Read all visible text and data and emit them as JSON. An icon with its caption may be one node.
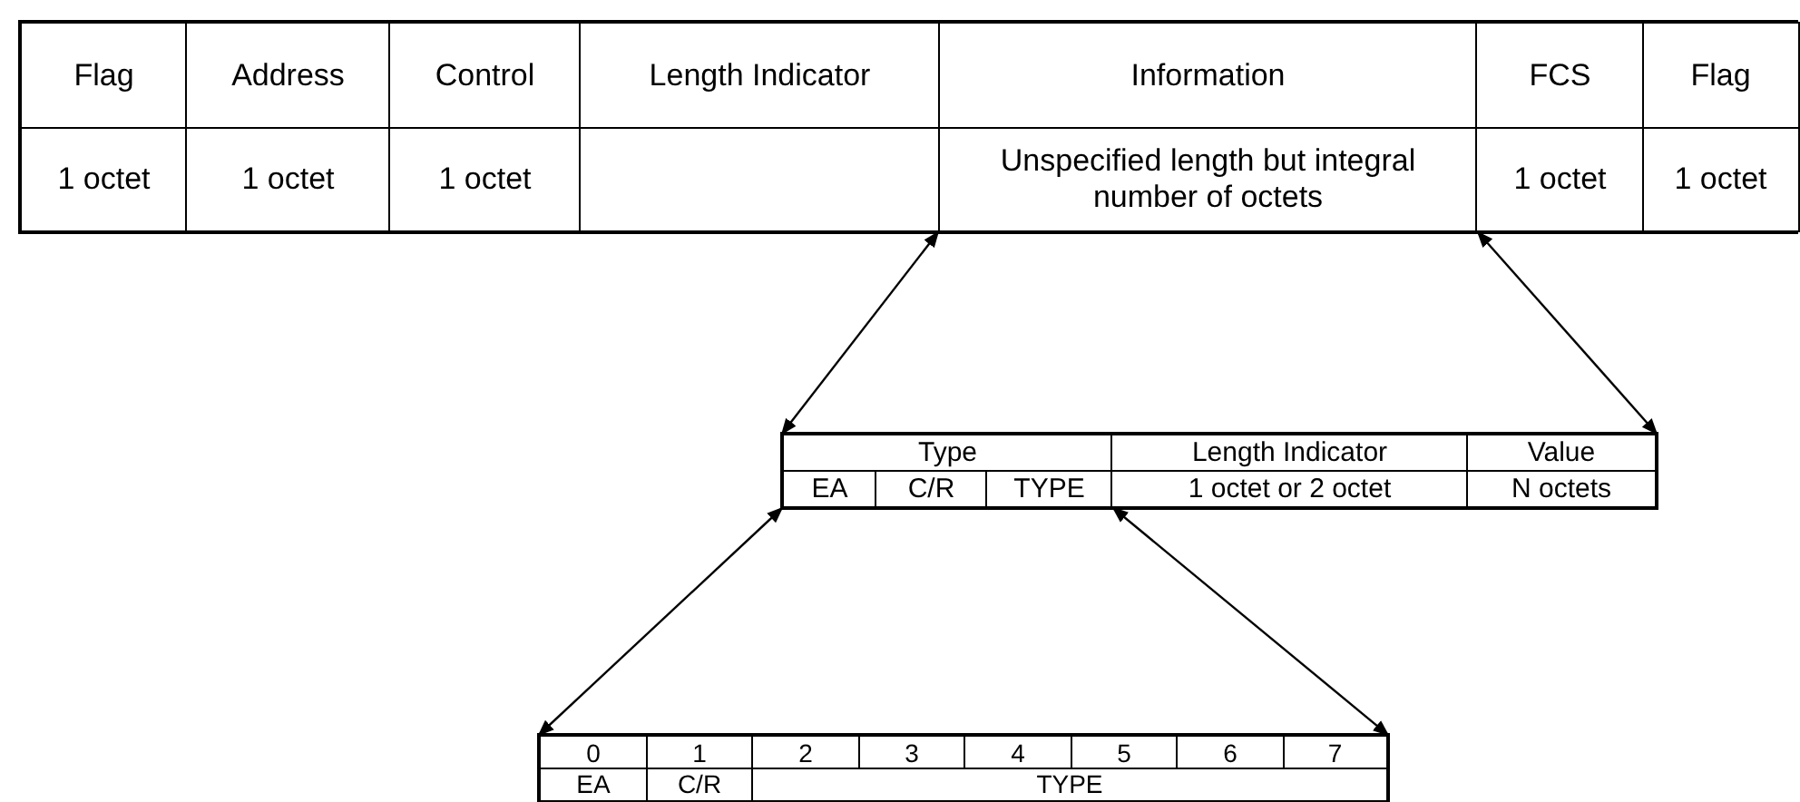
{
  "diagram": {
    "nodes": [
      {
        "text": [],
        "shape": "box"
      },
      {
        "text": [
          "Flag"
        ],
        "in": 0
      },
      {
        "text": [
          "Address"
        ],
        "in": 0
      },
      {
        "text": [
          "Control"
        ],
        "in": 0
      },
      {
        "text": [
          "Length Indicator"
        ],
        "in": 0
      },
      {
        "text": [
          "Information"
        ],
        "in": 0
      },
      {
        "text": [
          "FCS"
        ],
        "in": 0
      },
      {
        "text": [
          "Flag"
        ],
        "in": 0
      },
      {
        "text": [
          "1 octet"
        ],
        "in": 0
      },
      {
        "text": [
          "1 octet"
        ],
        "in": 0
      },
      {
        "text": [
          "1 octet"
        ],
        "in": 0
      },
      {
        "text": [],
        "shape": "box",
        "in": 0
      },
      {
        "text": [
          "Unspecified length but integral number of octets"
        ],
        "in": 0
      },
      {
        "text": [
          "1 octet"
        ],
        "in": 0
      },
      {
        "text": [
          "1 octet"
        ],
        "in": 0
      },
      {
        "text": [],
        "shape": "box"
      },
      {
        "text": [
          "Type"
        ],
        "in": 15
      },
      {
        "text": [
          "Length Indicator"
        ],
        "in": 15
      },
      {
        "text": [
          "Value"
        ],
        "in": 15
      },
      {
        "text": [
          "EA"
        ],
        "in": 15
      },
      {
        "text": [
          "C/R"
        ],
        "in": 15
      },
      {
        "text": [
          "TYPE"
        ],
        "in": 15
      },
      {
        "text": [
          "1 octet or 2 octet"
        ],
        "in": 15
      },
      {
        "text": [
          "N octets"
        ],
        "in": 15
      },
      {
        "text": [],
        "shape": "box"
      },
      {
        "text": [
          "0"
        ],
        "in": 24
      },
      {
        "text": [
          "1"
        ],
        "in": 24
      },
      {
        "text": [
          "2"
        ],
        "in": 24
      },
      {
        "text": [
          "3"
        ],
        "in": 24
      },
      {
        "text": [
          "4"
        ],
        "in": 24
      },
      {
        "text": [
          "5"
        ],
        "in": 24
      },
      {
        "text": [
          "6"
        ],
        "in": 24
      },
      {
        "text": [
          "7"
        ],
        "in": 24
      },
      {
        "text": [
          "EA"
        ],
        "in": 24
      },
      {
        "text": [
          "C/R"
        ],
        "in": 24
      },
      {
        "text": [
          "TYPE"
        ],
        "in": 24
      }
    ],
    "edges": [
      {
        "from": 12,
        "to": 15,
        "arrow": "both"
      },
      {
        "from": 12,
        "to": 15,
        "arrow": "both"
      },
      {
        "from": 19,
        "to": 24,
        "arrow": "both"
      },
      {
        "from": 21,
        "to": 24,
        "arrow": "both"
      }
    ]
  }
}
